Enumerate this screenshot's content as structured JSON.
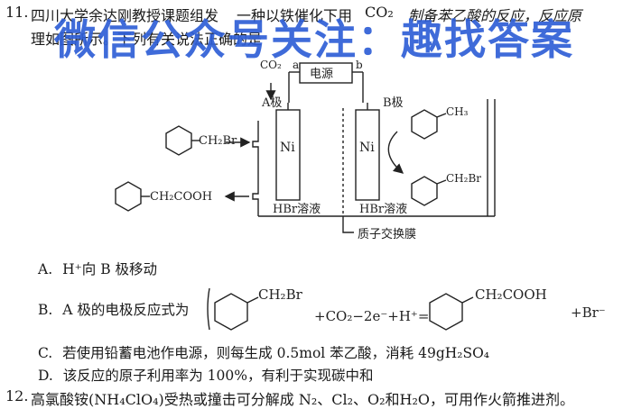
{
  "question11": {
    "number": "11.",
    "line1_left": "四川大学余达刚教授课题组发",
    "line1_mid": "一种以铁催化下用",
    "line1_right": "制备苯乙酸的反应，反应原",
    "line2": "理如图所示。下列有关说法正确的是",
    "co2_inline": "CO₂",
    "watermark": "微信公众号关注：趣找答案"
  },
  "diagram": {
    "co2_label": "CO₂",
    "terminal_a": "a",
    "terminal_b": "b",
    "power_source": "电源",
    "electrode_a": "A极",
    "electrode_b": "B极",
    "ni_label": "Ni",
    "left_solution": "HBr溶液",
    "right_solution": "HBr溶液",
    "membrane": "质子交换膜",
    "sub_ch2br": "CH₂Br",
    "sub_ch2cooh": "CH₂COOH",
    "sub_ch3": "CH₃",
    "sub_ch2br_2": "CH₂Br"
  },
  "options": {
    "a": {
      "letter": "A.",
      "text": "H⁺向 B 极移动"
    },
    "b": {
      "letter": "B.",
      "text_prefix": "A 极的电极反应式为",
      "ch2br": "CH₂Br",
      "mid": "+CO₂−2e⁻+H⁺=",
      "ch2cooh": "CH₂COOH",
      "end": "+Br⁻"
    },
    "c": {
      "letter": "C.",
      "text": "若使用铅蓄电池作电源，则每生成 0.5mol 苯乙酸，消耗 49gH₂SO₄"
    },
    "d": {
      "letter": "D.",
      "text": "该反应的原子利用率为 100%，有利于实现碳中和"
    }
  },
  "question12": {
    "number": "12.",
    "text": "高氯酸铵(NH₄ClO₄)受热或撞击可分解成 N₂、Cl₂、O₂和H₂O，可用作火箭推进剂。"
  }
}
